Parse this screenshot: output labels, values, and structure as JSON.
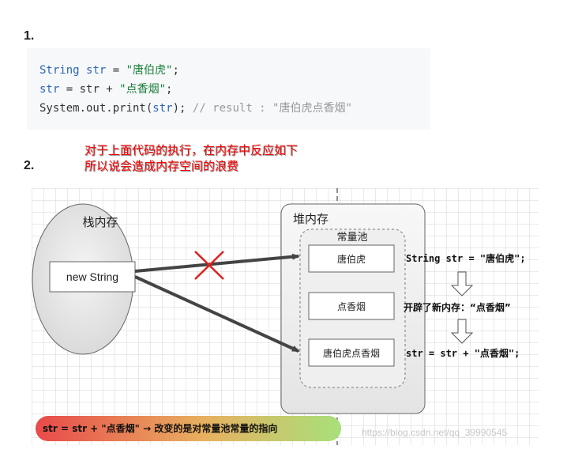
{
  "step1_label": "1.",
  "step2_label": "2.",
  "code": {
    "line1": {
      "type": "String",
      "var": "str",
      "op": " = ",
      "value": "\"唐伯虎\"",
      "end": ";"
    },
    "line2": {
      "var": "str",
      "op": " = str + ",
      "value": "\"点香烟\"",
      "end": ";"
    },
    "line3": {
      "call": "System.out.print(",
      "var": "str",
      "end": "); ",
      "comment": "// result : \"唐伯虎点香烟\""
    }
  },
  "annotation": {
    "line1": "对于上面代码的执行，在内存中反应如下",
    "line2": "所以说会造成内存空间的浪费"
  },
  "diagram": {
    "stack_title": "栈内存",
    "stack_box": "new String",
    "heap_title": "堆内存",
    "pool_title": "常量池",
    "pool_items": [
      "唐伯虎",
      "点香烟",
      "唐伯虎点香烟"
    ],
    "steps": [
      "String str = \"唐伯虎\";",
      "开辟了新内存：“点香烟”",
      "str = str + \"点香烟\";"
    ],
    "bottom_note": "str = str + \"点香烟\" → 改变的是对常量池常量的指向",
    "colors": {
      "arrow": "#444444",
      "cross": "#e02020",
      "note_left": "#e84a4a",
      "note_right": "#a8e07a"
    }
  },
  "watermark": "https://blog.csdn.net/qq_39990545"
}
